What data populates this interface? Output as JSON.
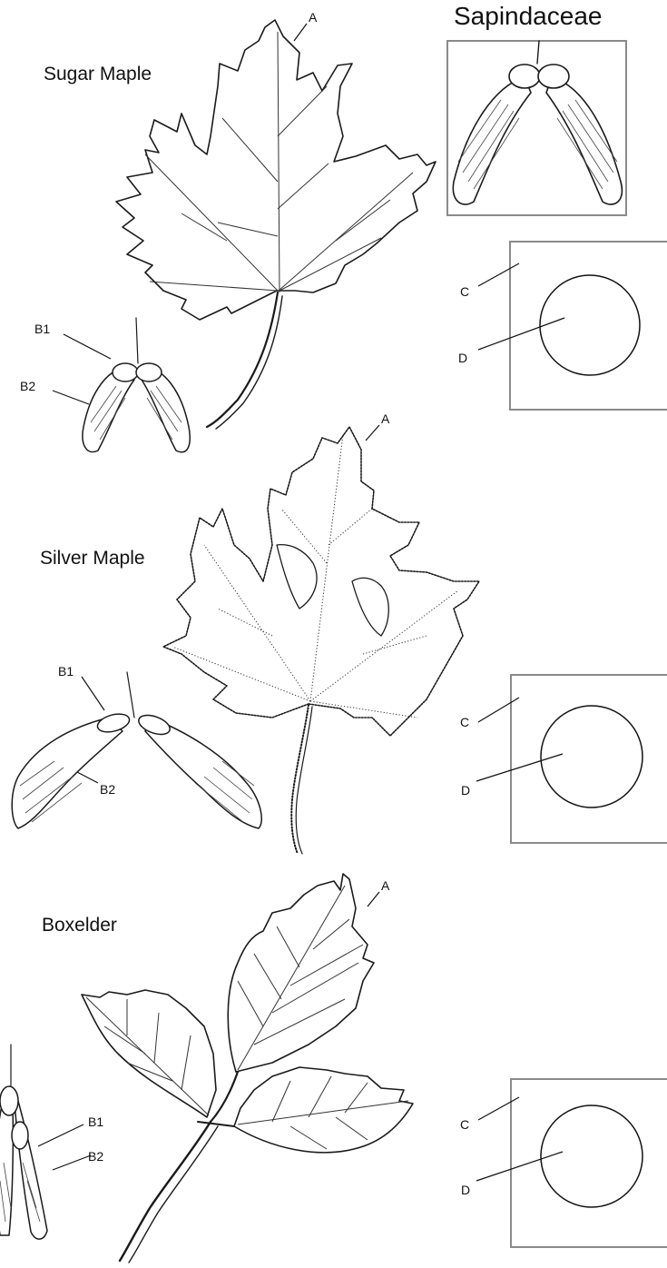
{
  "family": "Sapindaceae",
  "species": [
    {
      "name": "Sugar Maple",
      "leaf_label": "A",
      "seed_label_1": "B1",
      "seed_label_2": "B2",
      "box_label": "C",
      "circle_label": "D"
    },
    {
      "name": "Silver Maple",
      "leaf_label": "A",
      "seed_label_1": "B1",
      "seed_label_2": "B2",
      "box_label": "C",
      "circle_label": "D"
    },
    {
      "name": "Boxelder",
      "leaf_label": "A",
      "seed_label_1": "B1",
      "seed_label_2": "B2",
      "box_label": "C",
      "circle_label": "D"
    }
  ]
}
